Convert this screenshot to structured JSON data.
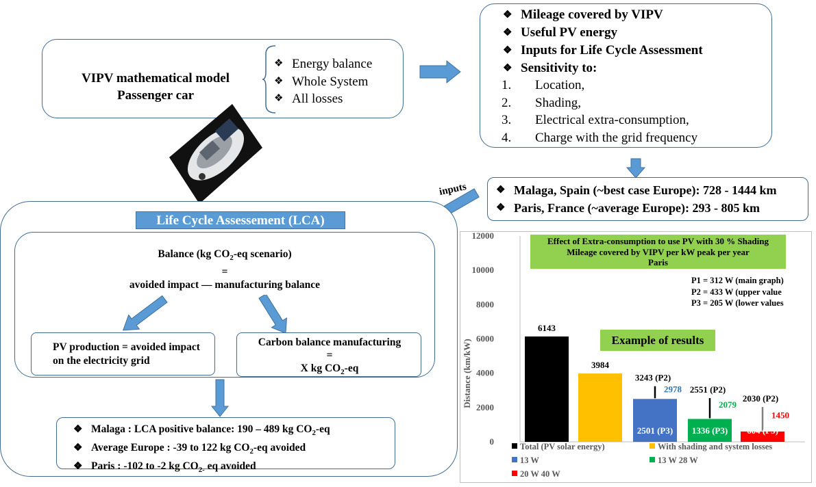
{
  "model_box": {
    "line1": "VIPV mathematical model",
    "line2": "Passenger car"
  },
  "model_bullets": [
    "Energy balance",
    "Whole System",
    "All losses"
  ],
  "outputs_box": {
    "bullets": [
      "Mileage covered by VIPV",
      "Useful PV energy",
      "Inputs  for Life Cycle Assessment",
      "Sensitivity to:"
    ],
    "numbered": [
      {
        "n": "1.",
        "text": "Location,"
      },
      {
        "n": "2.",
        "text": "Shading,"
      },
      {
        "n": "3.",
        "text": "Electrical extra-consumption,"
      },
      {
        "n": "4.",
        "text": "Charge with the grid frequency"
      }
    ]
  },
  "locations_box": {
    "rows": [
      "Malaga, Spain (~best case Europe): 728 - 1444 km",
      "Paris, France (~average Europe): 293 - 805 km"
    ],
    "inputs_label": "inputs"
  },
  "lca": {
    "title": "Life Cycle Assessement (LCA)",
    "balance_line1": "Balance (kg CO",
    "balance_sub": "2",
    "balance_line1_end": "-eq scenario)",
    "equals": "=",
    "balance_line2": "avoided impact —  manufacturing balance",
    "pv_box": "PV production = avoided impact on the electricity grid",
    "carbon_box": {
      "line1": "Carbon balance manufacturing",
      "line2": "=",
      "line3": "X kg CO",
      "sub": "2",
      "line3_end": "-eq"
    }
  },
  "results_box": {
    "rows": [
      {
        "text": "Malaga : LCA positive balance:  190 – 489 kg CO",
        "sub": "2",
        "end": "-eq"
      },
      {
        "text": "Average Europe : -39  to 122  kg CO",
        "sub": "2",
        "end": "-eq avoided"
      },
      {
        "text": "Paris : -102  to -2  kg CO",
        "sub": "2-",
        "end": " eq avoided"
      }
    ]
  },
  "chart_data": {
    "type": "bar",
    "title_lines": [
      "Effect of Extra-consumption to use PV with 30 % Shading",
      "Mileage covered by VIPV per kW peak per year",
      "Paris"
    ],
    "ylabel": "Distance (km/kW)",
    "ylim": [
      0,
      12000
    ],
    "yticks": [
      0,
      2000,
      4000,
      6000,
      8000,
      10000,
      12000
    ],
    "grid": false,
    "annotation": [
      "P1 = 312 W (main graph)",
      "P2 = 433 W (upper value",
      "P3 = 205 W (lower values"
    ],
    "callout": "Example of results",
    "categories": [
      "Total (PV solar energy)",
      "With shading and system losses",
      "13 W",
      "13 W 28 W",
      "20 W 40 W"
    ],
    "colors": [
      "#000000",
      "#ffc000",
      "#4472c4",
      "#00b050",
      "#ff0000"
    ],
    "values": [
      6143,
      3984,
      2501,
      1336,
      604
    ],
    "main_labels": [
      "6143",
      "3984",
      "",
      "",
      ""
    ],
    "upper_values": [
      null,
      null,
      3243,
      2551,
      2030
    ],
    "upper_labels": [
      "",
      "",
      "3243 (P2)",
      "2551 (P2)",
      "2030 (P2)"
    ],
    "mid_values": [
      null,
      null,
      2978,
      2079,
      1450
    ],
    "mid_labels": [
      "",
      "",
      "2978",
      "2079",
      "1450"
    ],
    "mid_colors": [
      "",
      "",
      "#2e75b6",
      "#00b050",
      "#ff0000"
    ],
    "inner_labels": [
      "",
      "",
      "2501 (P3)",
      "1336 (P3)",
      "604 (P3)"
    ],
    "legend_position": "bottom"
  }
}
